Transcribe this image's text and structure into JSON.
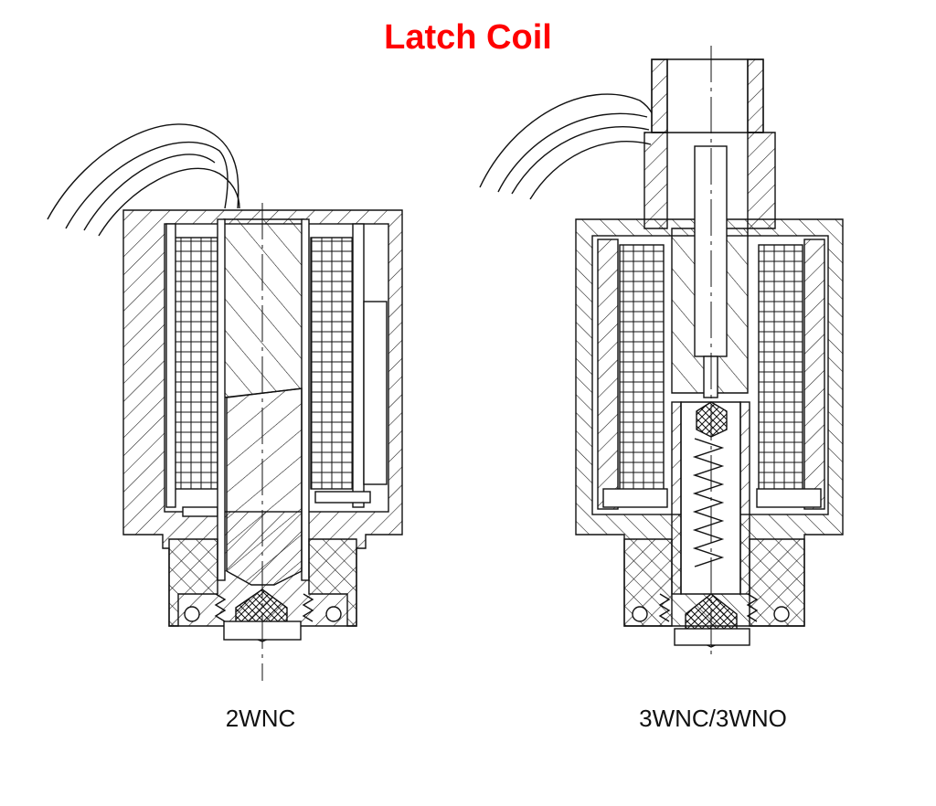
{
  "title": "Latch Coil",
  "title_color": "#ff0000",
  "line_color": "#111111",
  "diagrams": [
    {
      "label": "2WNC"
    },
    {
      "label": "3WNC/3WNO"
    }
  ]
}
